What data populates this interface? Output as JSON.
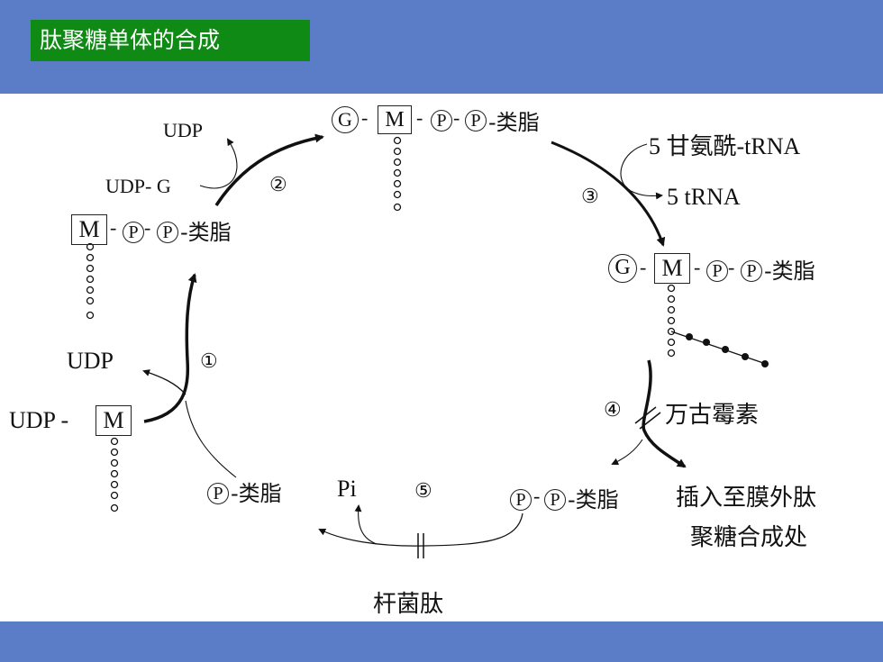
{
  "slide_title": "肽聚糖单体的合成",
  "sym": {
    "M": "M",
    "G": "G",
    "P": "P",
    "dash": "-",
    "lipid_suffix": "-类脂"
  },
  "labels": {
    "udp_top": "UDP",
    "udp_g": "UDP- G",
    "udp_left": "UDP",
    "udp_m_prefix": "UDP -",
    "gly_trna": "5 甘氨酰-tRNA",
    "trna": "5 tRNA",
    "vancomycin": "万古霉素",
    "pi": "Pi",
    "bacitracin": "杆菌肽",
    "insert_line1": "插入至膜外肽",
    "insert_line2": "聚糖合成处"
  },
  "steps": {
    "s1": "①",
    "s2": "②",
    "s3": "③",
    "s4": "④",
    "s5": "⑤"
  }
}
